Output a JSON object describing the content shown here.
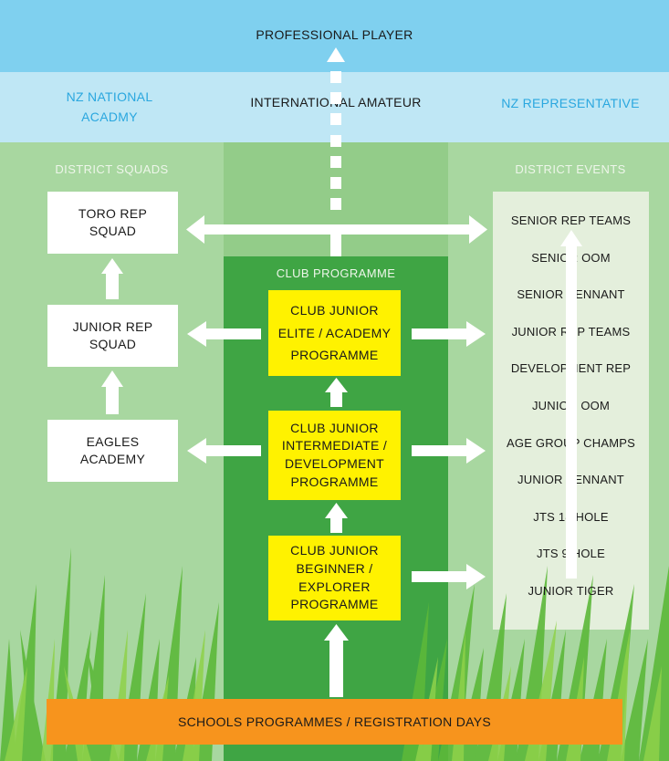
{
  "header": {
    "top": "PROFESSIONAL PLAYER",
    "second_left": "NZ NATIONAL ACADMY",
    "second_center": "INTERNATIONAL AMATEUR",
    "second_right": "NZ REPRESENTATIVE"
  },
  "columns": {
    "left_title": "DISTRICT SQUADS",
    "right_title": "DISTRICT EVENTS",
    "center_title": "CLUB PROGRAMME"
  },
  "squads": [
    "TORO REP SQUAD",
    "JUNIOR REP SQUAD",
    "EAGLES ACADEMY"
  ],
  "club_boxes": [
    "CLUB JUNIOR ELITE / ACADEMY PROGRAMME",
    "CLUB JUNIOR INTERMEDIATE / DEVELOPMENT PROGRAMME",
    "CLUB JUNIOR BEGINNER / EXPLORER PROGRAMME"
  ],
  "events": [
    "SENIOR REP TEAMS",
    "SENIOR OOM",
    "SENIOR PENNANT",
    "JUNIOR REP TEAMS",
    "DEVELOPMENT REP",
    "JUNIOR OOM",
    "AGE GROUP CHAMPS",
    "JUNIOR PENNANT",
    "JTS 18 HOLE",
    "JTS 9 HOLE",
    "JUNIOR TIGER"
  ],
  "footer": "SCHOOLS PROGRAMMES / REGISTRATION DAYS",
  "colors": {
    "sky_top": "#7fd0ef",
    "sky_second": "#bfe7f5",
    "club_green": "#3fa544",
    "yellow": "#fff200",
    "orange": "#f7941d",
    "blue_text": "#2aa7df"
  }
}
